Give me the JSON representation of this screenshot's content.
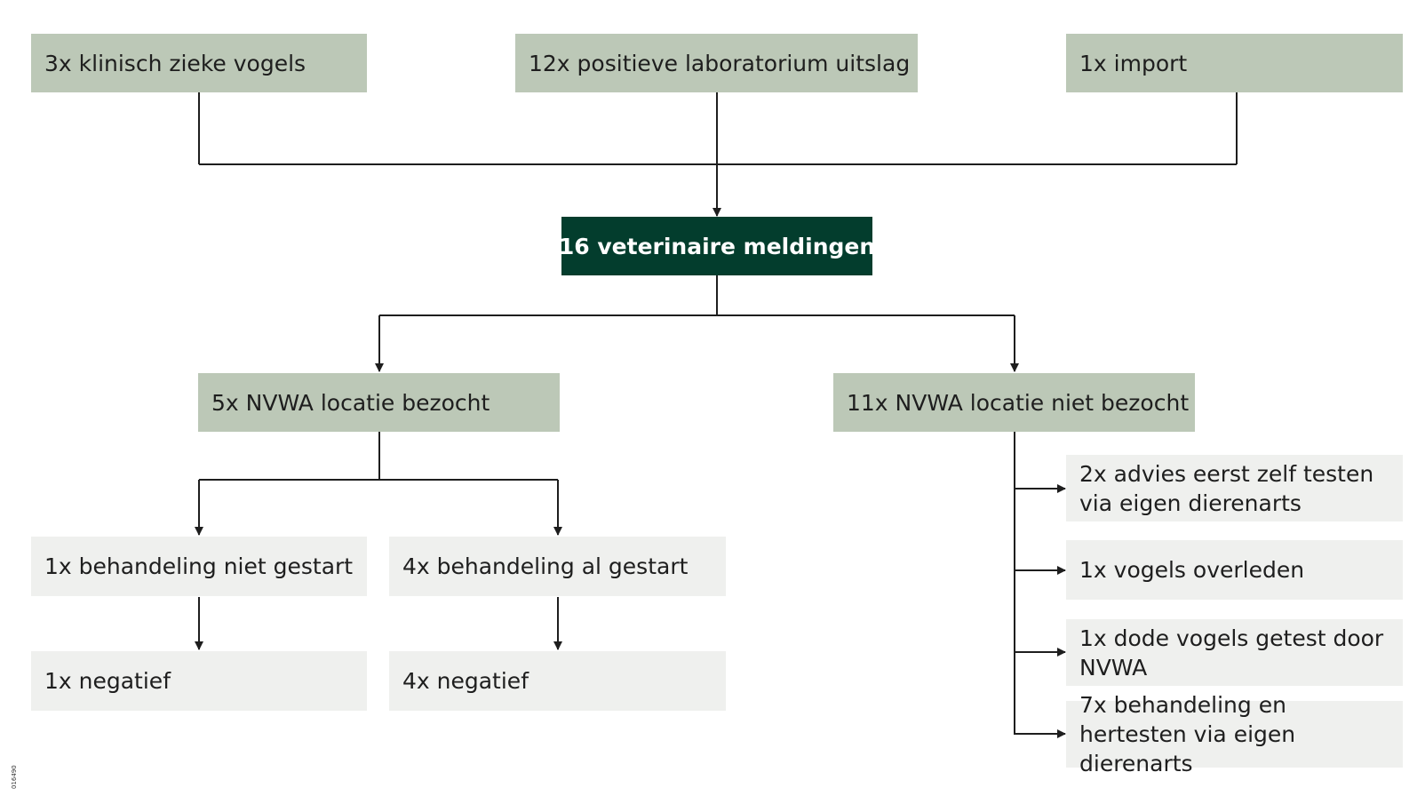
{
  "sources": {
    "clinical": "3x klinisch zieke vogels",
    "lab": "12x positieve laboratorium uitslag",
    "import": "1x import"
  },
  "center": {
    "total": "16 veterinaire meldingen"
  },
  "visited": {
    "label": "5x NVWA locatie bezocht",
    "not_started": "1x behandeling niet gestart",
    "started": "4x behandeling al gestart",
    "not_started_result": "1x negatief",
    "started_result": "4x negatief"
  },
  "not_visited": {
    "label": "11x NVWA locatie niet bezocht",
    "outcomes": [
      "2x advies eerst zelf testen via eigen dierenarts",
      "1x vogels overleden",
      "1x dode vogels getest door NVWA",
      "7x behandeling en hertesten via eigen dierenarts"
    ]
  },
  "figure_code": "016490",
  "colors": {
    "sage": "#bcc8b7",
    "light": "#eff0ee",
    "dark": "#033d2d",
    "line": "#1e1e1e"
  }
}
